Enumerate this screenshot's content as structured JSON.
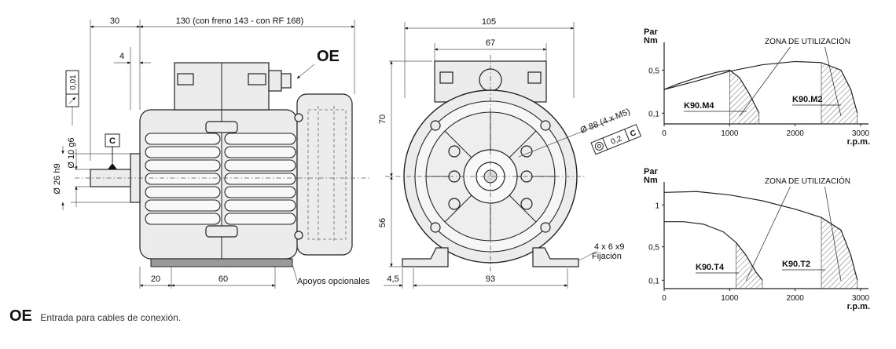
{
  "side_view": {
    "dim_top_left": "30",
    "dim_top_main": "130 (con freno 143 - con RF 168)",
    "dim_4": "4",
    "dim_shaft_tolerance": "0,01",
    "dim_shaft_dia": "Ø 10 g6",
    "dim_flange_dia": "Ø 26 h9",
    "datum": "C",
    "oe_label": "OE",
    "dim_20": "20",
    "dim_60": "60",
    "apoyos_label": "Apoyos opcionales"
  },
  "front_view": {
    "dim_105": "105",
    "dim_67": "67",
    "dim_70": "70",
    "dim_56": "56",
    "dim_45": "4,5",
    "dim_93": "93",
    "bolt_circle": "Ø 88 (4 x M5)",
    "tolerance_value": "0,2",
    "tolerance_datum": "C",
    "fijacion_size": "4 x 6 x9",
    "fijacion_label": "Fijación"
  },
  "chart_data": [
    {
      "type": "line",
      "title": "",
      "ylabel_line1": "Par",
      "ylabel_line2": "Nm",
      "xlabel": "r.p.m.",
      "x_ticks": [
        "0",
        "1000",
        "2000",
        "3000"
      ],
      "y_ticks": [
        "0,1",
        "0,5"
      ],
      "xlim": [
        0,
        3000
      ],
      "ylim": [
        0,
        0.7
      ],
      "zone_label": "ZONA DE UTILIZACIÓN",
      "series": [
        {
          "name": "K90.M4",
          "x": [
            0,
            200,
            500,
            800,
            1000,
            1150,
            1300,
            1450
          ],
          "y": [
            0.32,
            0.37,
            0.43,
            0.48,
            0.5,
            0.43,
            0.28,
            0.1
          ]
        },
        {
          "name": "K90.M2",
          "x": [
            0,
            500,
            1000,
            1500,
            2000,
            2400,
            2700,
            2850,
            2950
          ],
          "y": [
            0.32,
            0.4,
            0.49,
            0.55,
            0.58,
            0.57,
            0.5,
            0.32,
            0.1
          ]
        }
      ]
    },
    {
      "type": "line",
      "title": "",
      "ylabel_line1": "Par",
      "ylabel_line2": "Nm",
      "xlabel": "r.p.m.",
      "x_ticks": [
        "0",
        "1000",
        "2000",
        "3000"
      ],
      "y_ticks": [
        "0,1",
        "0,5",
        "1"
      ],
      "xlim": [
        0,
        3000
      ],
      "ylim": [
        0,
        1.2
      ],
      "zone_label": "ZONA DE UTILIZACIÓN",
      "series": [
        {
          "name": "K90.T4",
          "x": [
            0,
            300,
            600,
            900,
            1100,
            1250,
            1400,
            1500
          ],
          "y": [
            0.8,
            0.8,
            0.77,
            0.68,
            0.55,
            0.4,
            0.2,
            0.1
          ]
        },
        {
          "name": "K90.T2",
          "x": [
            0,
            500,
            1000,
            1500,
            2000,
            2400,
            2700,
            2850,
            2950
          ],
          "y": [
            1.15,
            1.16,
            1.12,
            1.05,
            0.95,
            0.85,
            0.7,
            0.4,
            0.1
          ]
        }
      ]
    }
  ],
  "footer": {
    "code": "OE",
    "text": "Entrada para cables de conexión."
  }
}
